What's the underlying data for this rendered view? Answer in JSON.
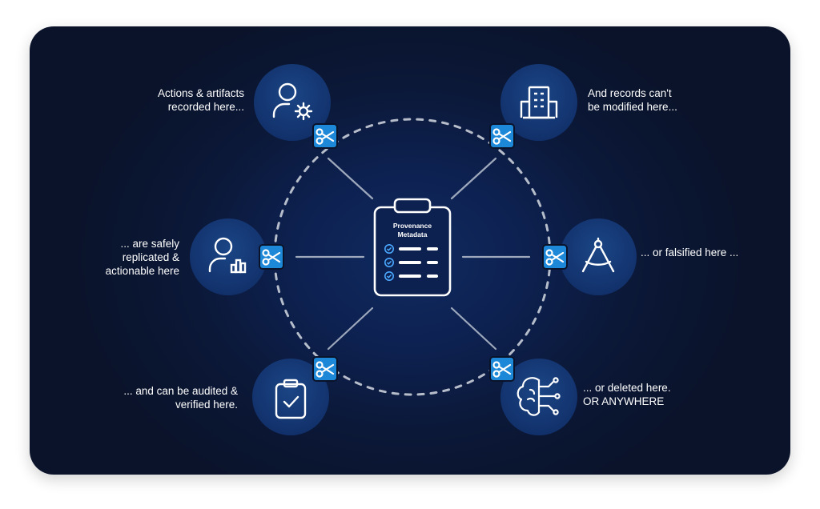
{
  "center": {
    "title_line1": "Provenance",
    "title_line2": "Metadata"
  },
  "nodes": [
    {
      "id": "actions",
      "icon": "user-gear-icon",
      "caption": "Actions & artifacts\nrecorded here..."
    },
    {
      "id": "records",
      "icon": "building-icon",
      "caption": "And records can't\nbe modified here..."
    },
    {
      "id": "replicated",
      "icon": "user-chart-icon",
      "caption": "... are safely\nreplicated &\nactionable here"
    },
    {
      "id": "falsified",
      "icon": "compass-icon",
      "caption": "... or falsified here ..."
    },
    {
      "id": "audited",
      "icon": "clipboard-check-icon",
      "caption": "... and can be audited &\nverified here."
    },
    {
      "id": "deleted",
      "icon": "brain-circuit-icon",
      "caption": "... or deleted here.\nOR ANYWHERE"
    }
  ],
  "colors": {
    "panel_bg": "#0a132a",
    "node_fill": "#16396f",
    "badge_fill": "#1e88d8",
    "ring": "#c9ced8",
    "text": "#ffffff"
  }
}
